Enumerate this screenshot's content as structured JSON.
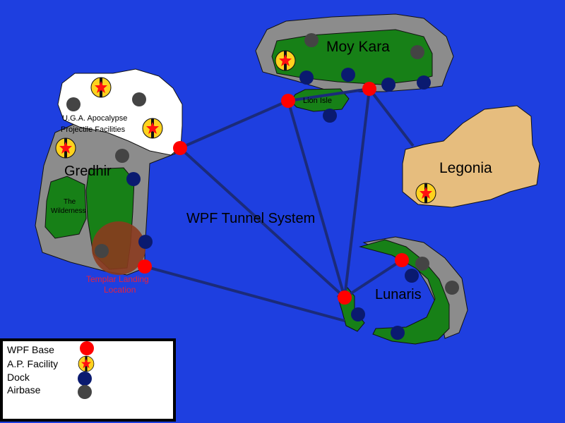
{
  "colors": {
    "ocean": "#1e3fe0",
    "rock": "#8c8c8c",
    "forest": "#178017",
    "ice": "#ffffff",
    "desert": "#e6bd7e",
    "tunnel": "#1b2b7a",
    "base": "#ff0000",
    "dock": "#0a1a70",
    "airbase": "#444444",
    "facility_fill": "#ffd21e",
    "zone": "#8a3a1e"
  },
  "labels": {
    "moy_kara": "Moy Kara",
    "lion_isle": "Lion Isle",
    "legonia": "Legonia",
    "gredhir": "Gredhir",
    "wilderness_1": "The",
    "wilderness_2": "Wilderness",
    "facilities_1": "U.G.A. Apocalypse",
    "facilities_2": "Projectile Facilities",
    "lunaris": "Lunaris",
    "tunnel": "WPF Tunnel System",
    "landing_1": "Templar Landing",
    "landing_2": "Location"
  },
  "legend": {
    "wpf_base": "WPF Base",
    "ap_facility": "A.P. Facility",
    "dock": "Dock",
    "airbase": "Airbase"
  },
  "icons": [
    "wpf-base-marker",
    "ap-facility-marker",
    "dock-marker",
    "airbase-marker"
  ]
}
